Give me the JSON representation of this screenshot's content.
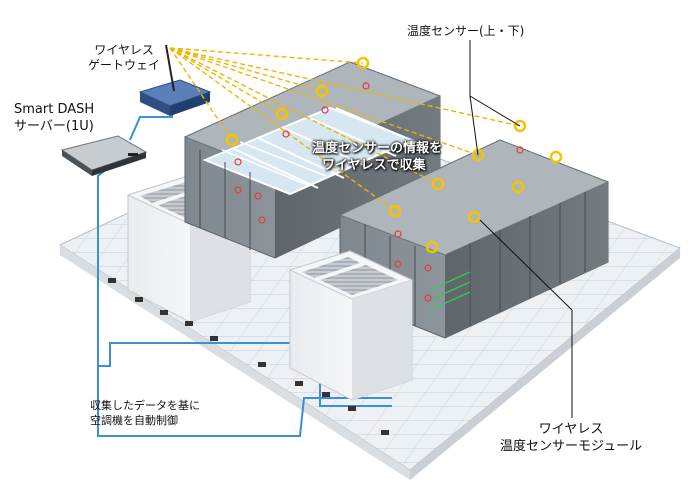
{
  "labels": {
    "gateway": [
      "ワイヤレス",
      "ゲートウェイ"
    ],
    "server": [
      "Smart DASH",
      "サーバー(1U)"
    ],
    "temp_sensor": "温度センサー(上・下)",
    "collect": [
      "温度センサーの情報を",
      "ワイヤレスで収集"
    ],
    "control": [
      "収集したデータを基に",
      "空調機を自動制御"
    ],
    "module": [
      "ワイヤレス",
      "温度センサーモジュール"
    ]
  },
  "colors": {
    "wireless_link": "#f0b400",
    "network_cable": "#3a8fd8",
    "sensor_ring": "#f5c400",
    "sensor_low": "#e23b3b",
    "led_green": "#3cc45a",
    "rack": "#8e979d",
    "rack_dark": "#5f676d",
    "floor": "#eef1f4"
  }
}
